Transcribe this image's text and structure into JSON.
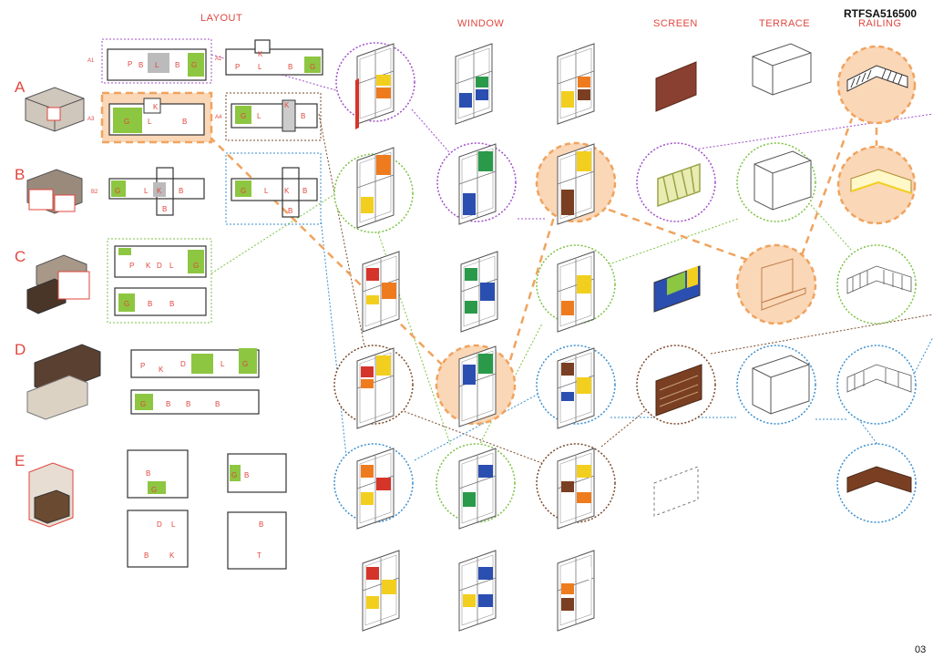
{
  "document_code": "RTFSA516500",
  "page_number": "03",
  "headers": {
    "layout": "LAYOUT",
    "window": "WINDOW",
    "screen": "SCREEN",
    "terrace": "TERRACE",
    "railing": "RAILING"
  },
  "rows": [
    "A",
    "B",
    "C",
    "D",
    "E"
  ],
  "plan_labels": {
    "a1": "A1",
    "a2": "A2",
    "a3": "A3",
    "a4": "A4",
    "b2": "B2"
  },
  "room_letters": {
    "p": "P",
    "b": "B",
    "l": "L",
    "k": "K",
    "g": "G",
    "d": "D",
    "t": "T"
  },
  "colors": {
    "accent_red": "#e0463e",
    "highlight_orange": "#f0a35e",
    "highlight_fill": "#fad7b7",
    "purple": "#a050c8",
    "green": "#7cc243",
    "brown": "#7a4a2a",
    "blue": "#3a8fd0",
    "window_yellow": "#f2cf1f",
    "window_orange": "#ee7c1f",
    "window_green": "#2a9a4a",
    "window_blue": "#2b4fb0",
    "window_red": "#d5342a",
    "wood": "#7a3f22",
    "plan_green": "#8dc641"
  }
}
